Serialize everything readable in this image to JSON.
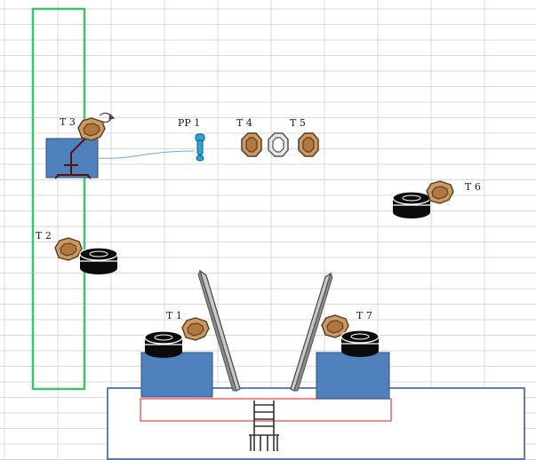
{
  "colors": {
    "grid": "#d9d9d9",
    "walkway": "#3cc46a",
    "stage": "#2f5597",
    "platform": "#4f81bd",
    "red": "#e05050",
    "bronze": "#c08a55",
    "bronze_dark": "#5a3a1a",
    "silver": "#d9d9d9",
    "pin": "#2aa6d9",
    "tire": "#0b0b0b"
  },
  "labels": {
    "t1": "T 1",
    "t2": "T 2",
    "t3": "T 3",
    "t4": "T 4",
    "t5": "T 5",
    "t6": "T 6",
    "t7": "T 7",
    "pp1": "PP 1"
  },
  "icons": {
    "nut": "hexagonal-nut-icon",
    "tire": "tire-stack-icon",
    "pin": "push-pin-icon",
    "ramp": "ramp-panel-icon",
    "ladder": "ladder-icon",
    "rotate": "rotate-arrow-icon",
    "stand": "stand-icon"
  }
}
